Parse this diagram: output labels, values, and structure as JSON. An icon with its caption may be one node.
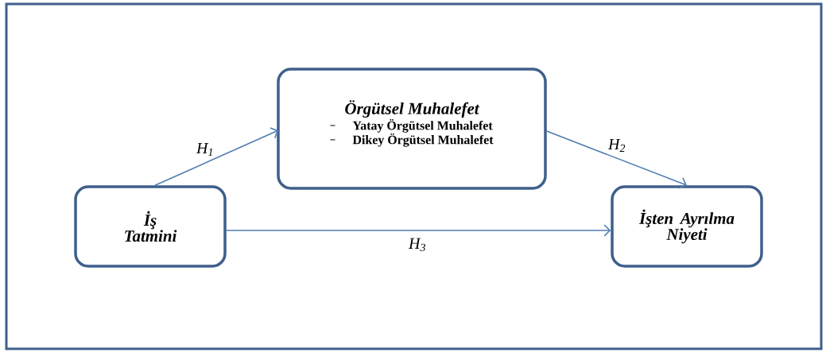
{
  "diagram": {
    "nodes": [
      {
        "text": [
          "İş Tatmini"
        ]
      },
      {
        "text": [
          "Örgütsel Muhalefet",
          "Yatay Örgütsel Muhalefet",
          "Dikey Örgütsel Muhalefet"
        ]
      },
      {
        "text": [
          "İşten Ayrılma Niyeti"
        ]
      }
    ],
    "edges": [
      {
        "from": 0,
        "to": 1,
        "arrow": "to",
        "label": "H$_{1}$"
      },
      {
        "from": 1,
        "to": 2,
        "arrow": "to",
        "label": "H$_{2}$"
      },
      {
        "from": 0,
        "to": 2,
        "arrow": "to",
        "label": "H$_{3}$"
      }
    ]
  }
}
